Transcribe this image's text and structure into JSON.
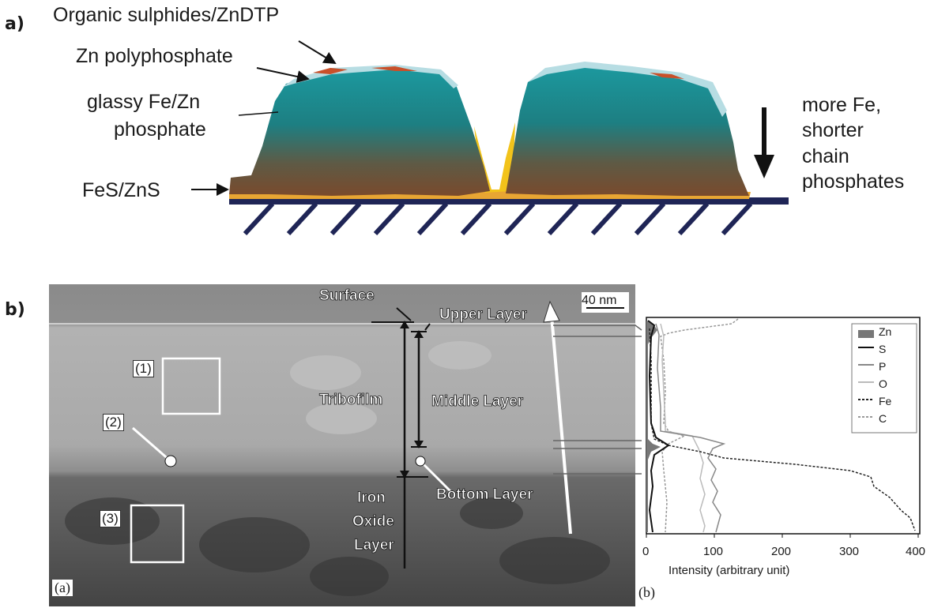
{
  "panel_a": {
    "letter": "a)",
    "labels": {
      "organic": "Organic sulphides/ZnDTP",
      "zn_poly": "Zn polyphosphate",
      "glassy_1": "glassy Fe/Zn",
      "glassy_2": "phosphate",
      "fes": "FeS/ZnS",
      "right_1": "more Fe,",
      "right_2": "shorter",
      "right_3": "chain",
      "right_4": "phosphates"
    }
  },
  "panel_b": {
    "letter": "b)",
    "micrograph": {
      "scale_bar": "40 nm",
      "surface": "Surface",
      "upper_layer": "Upper Layer",
      "tribofilm": "Tribofilm",
      "middle_layer": "Middle Layer",
      "bottom_layer": "Bottom Layer",
      "iron_1": "Iron",
      "iron_2": "Oxide",
      "iron_3": "Layer",
      "region_1": "(1)",
      "region_2": "(2)",
      "region_3": "(3)",
      "sub_label": "(a)"
    },
    "profile": {
      "sub_label": "(b)",
      "xlabel": "Intensity (arbitrary unit)",
      "ticks": [
        "0",
        "100",
        "200",
        "300",
        "400"
      ],
      "legend": [
        {
          "name": "Zn",
          "style": "fill",
          "color": "#777777"
        },
        {
          "name": "S",
          "style": "solid",
          "color": "#111111"
        },
        {
          "name": "P",
          "style": "solid",
          "color": "#888888"
        },
        {
          "name": "O",
          "style": "solid",
          "color": "#bbbbbb"
        },
        {
          "name": "Fe",
          "style": "dotted",
          "color": "#222222"
        },
        {
          "name": "C",
          "style": "dotted",
          "color": "#999999"
        }
      ]
    }
  }
}
